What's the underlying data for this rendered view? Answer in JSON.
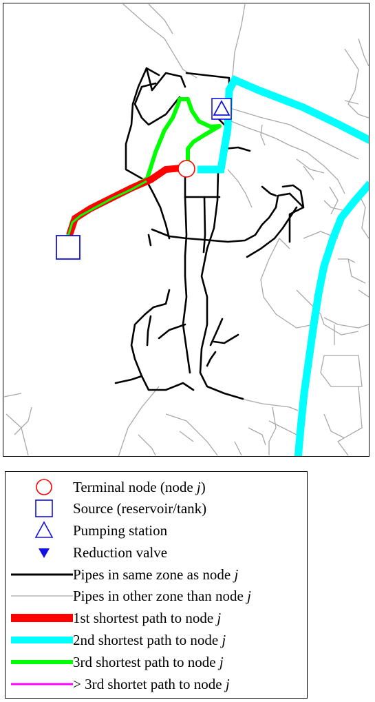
{
  "colors": {
    "same_zone_pipe": "#000000",
    "other_zone_pipe": "#a8a8a8",
    "path_1st": "#ff0000",
    "path_2nd": "#00ffff",
    "path_3rd": "#00ff00",
    "path_more": "#ff00ff",
    "node_symbols": "#1010e0"
  },
  "legend": {
    "items": [
      {
        "id": "terminal",
        "icon": "terminal-node-circle-icon",
        "text": "Terminal node (node ",
        "var": "j",
        "after": ")"
      },
      {
        "id": "source",
        "icon": "source-square-icon",
        "text": "Source (reservoir/tank)",
        "var": "",
        "after": ""
      },
      {
        "id": "pump",
        "icon": "pumping-station-triangle-icon",
        "text": "Pumping station",
        "var": "",
        "after": ""
      },
      {
        "id": "valve",
        "icon": "reduction-valve-triangle-icon",
        "text": "Reduction valve",
        "var": "",
        "after": ""
      },
      {
        "id": "same",
        "icon": "same-zone-pipe-line-icon",
        "text": "Pipes in same zone as node ",
        "var": "j",
        "after": ""
      },
      {
        "id": "other",
        "icon": "other-zone-pipe-line-icon",
        "text": "Pipes in other zone than node ",
        "var": "j",
        "after": ""
      },
      {
        "id": "p1",
        "icon": "first-path-line-icon",
        "text": "1st shortest path to node ",
        "var": "j",
        "after": ""
      },
      {
        "id": "p2",
        "icon": "second-path-line-icon",
        "text": "2nd shortest path to node ",
        "var": "j",
        "after": ""
      },
      {
        "id": "p3",
        "icon": "third-path-line-icon",
        "text": "3rd shortest path to node ",
        "var": "j",
        "after": ""
      },
      {
        "id": "p4",
        "icon": "beyond-third-path-line-icon",
        "text": "> 3rd shortet path to node ",
        "var": "j",
        "after": ""
      }
    ]
  }
}
